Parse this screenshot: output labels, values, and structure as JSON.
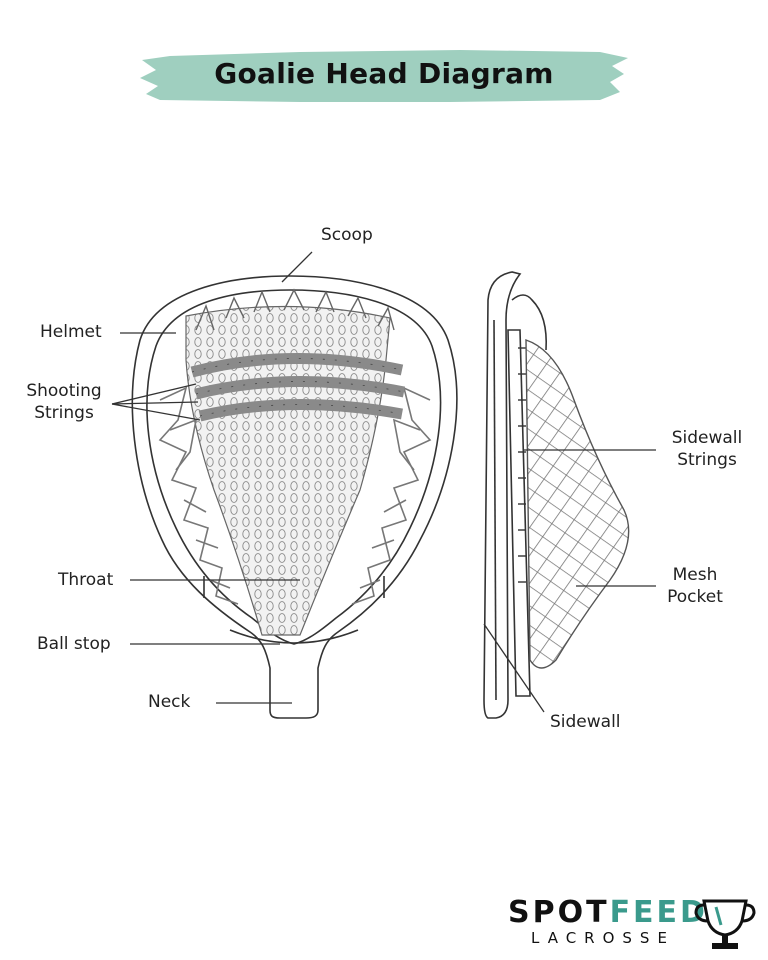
{
  "title": "Goalie Head Diagram",
  "colors": {
    "banner": "#9fcfbf",
    "accent": "#3a9a8c",
    "line": "#333333",
    "mesh_fill": "#ededed"
  },
  "labels": {
    "scoop": "Scoop",
    "helmet": "Helmet",
    "shooting_strings_line1": "Shooting",
    "shooting_strings_line2": "Strings",
    "throat": "Throat",
    "ball_stop": "Ball stop",
    "neck": "Neck",
    "sidewall_strings_line1": "Sidewall",
    "sidewall_strings_line2": "Strings",
    "mesh_pocket_line1": "Mesh",
    "mesh_pocket_line2": "Pocket",
    "sidewall": "Sidewall"
  },
  "logo": {
    "word1": "SPOT",
    "word2": "FEED",
    "subtitle": "LACROSSE",
    "icon": "trophy-icon"
  }
}
